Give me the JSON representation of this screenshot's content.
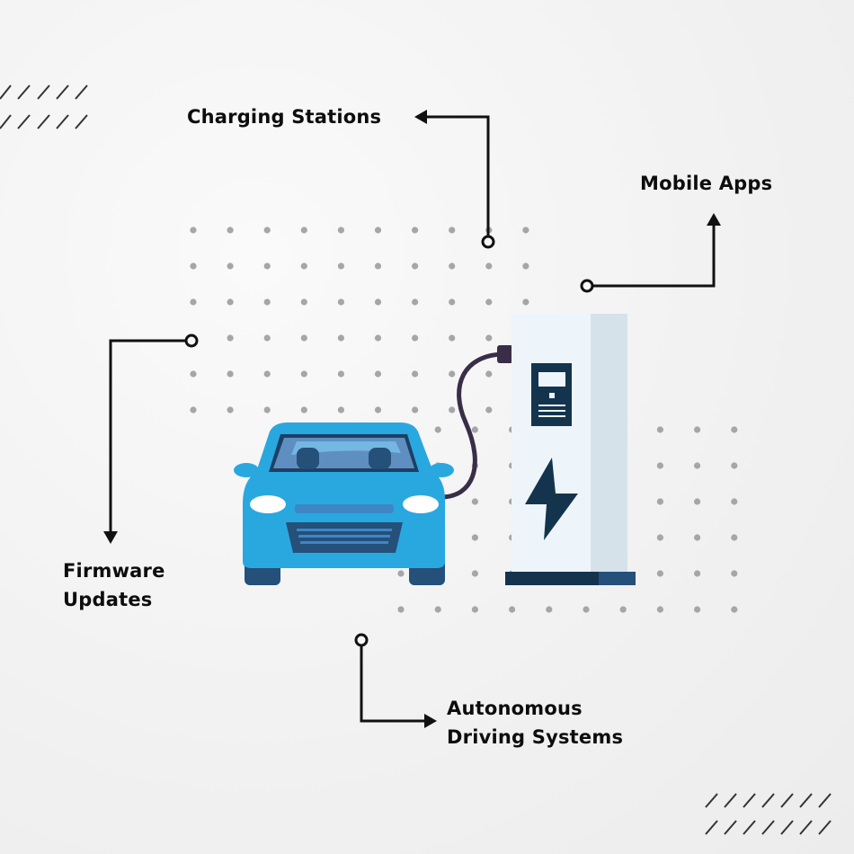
{
  "labels": {
    "charging_stations": "Charging Stations",
    "mobile_apps": "Mobile Apps",
    "firmware_line1": "Firmware",
    "firmware_line2": "Updates",
    "autonomous_line1": "Autonomous",
    "autonomous_line2": "Driving Systems"
  },
  "colors": {
    "car_body": "#29a8e0",
    "car_dark": "#24507a",
    "charger_body": "#eef5fa",
    "charger_side": "#d6e2ea",
    "charger_dark": "#14344e",
    "cable": "#3a2d48",
    "dots": "#a4a6a8",
    "lines": "#111111"
  },
  "icons": [
    "electric-car-icon",
    "charging-station-icon",
    "lightning-bolt-icon",
    "arrow-icon",
    "diagonal-stripes"
  ]
}
